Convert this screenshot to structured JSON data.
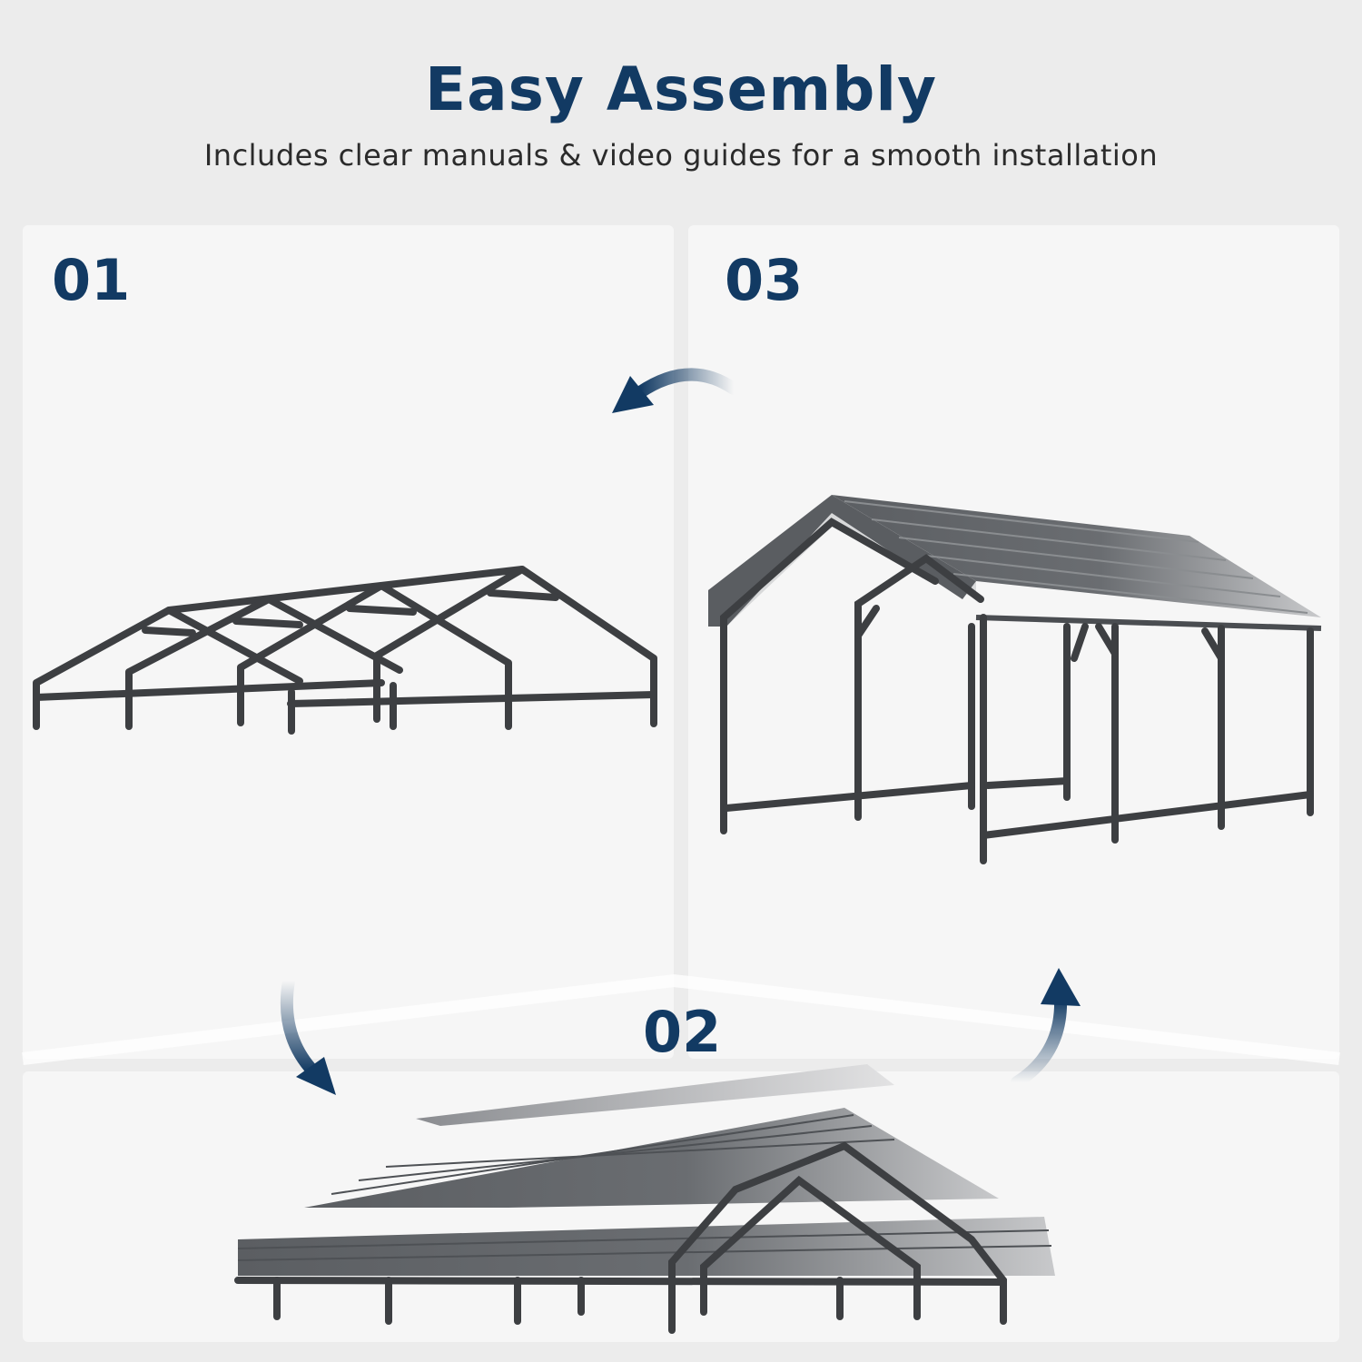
{
  "header": {
    "title": "Easy Assembly",
    "subtitle": "Includes clear manuals & video guides for a smooth installation"
  },
  "steps": [
    {
      "number": "01"
    },
    {
      "number": "02"
    },
    {
      "number": "03"
    }
  ],
  "colors": {
    "accent": "#123a63",
    "background": "#ececec",
    "panel": "#f6f6f6",
    "frame": "#3d3f42",
    "roof": "#5f6266"
  },
  "icons": [
    "curved-arrow-icon"
  ]
}
